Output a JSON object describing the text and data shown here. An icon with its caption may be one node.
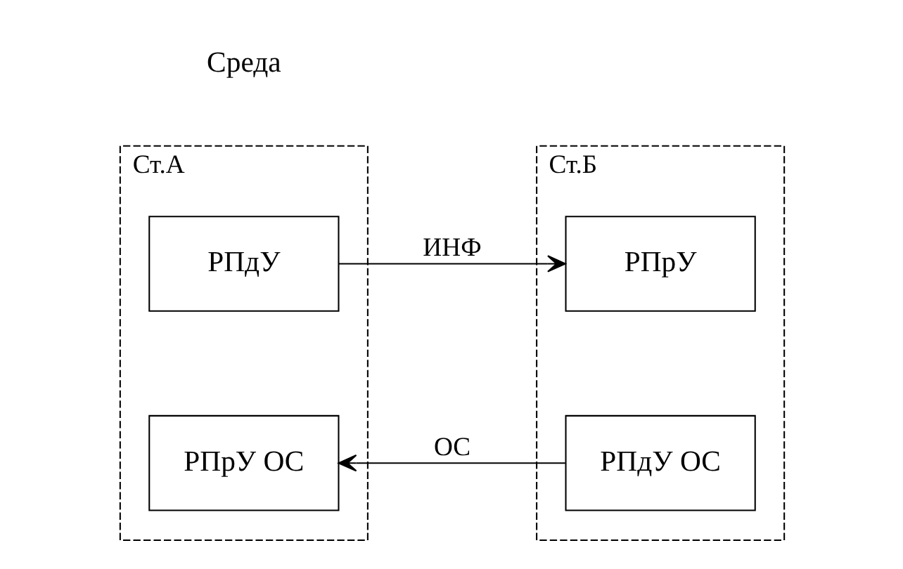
{
  "diagram": {
    "nodes": [
      {
        "text": [
          "Ст.А"
        ]
      },
      {
        "text": [
          "РПдУ"
        ],
        "in": 0
      },
      {
        "text": [
          "РПрУ ОС"
        ],
        "in": 0
      },
      {
        "text": [
          "Ст.Б"
        ]
      },
      {
        "text": [
          "РПрУ"
        ],
        "in": 3
      },
      {
        "text": [
          "РПдУ ОС"
        ],
        "in": 3
      }
    ],
    "edges": [
      {
        "from": 1,
        "to": 4,
        "arrow": "to",
        "label": "ИНФ"
      },
      {
        "from": 5,
        "to": 2,
        "arrow": "to",
        "label": "ОС"
      }
    ],
    "labels": [
      "Среда"
    ]
  }
}
